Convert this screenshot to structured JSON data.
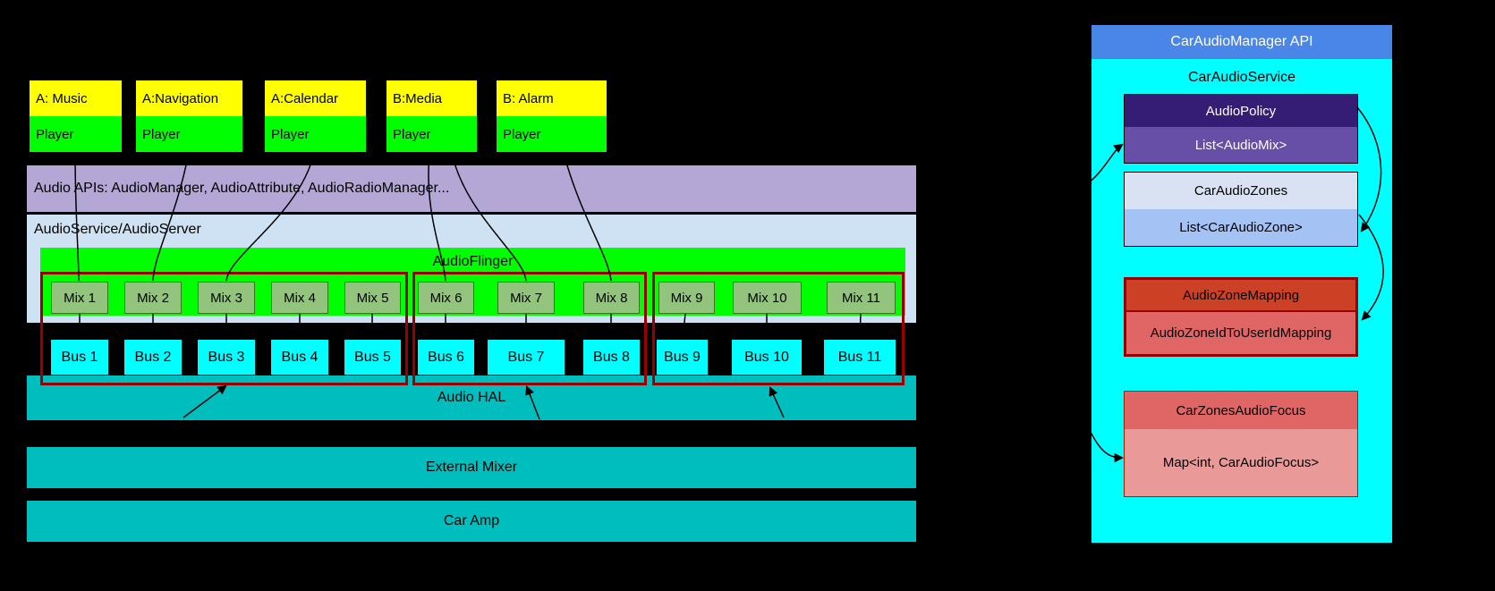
{
  "apps": [
    {
      "title": "A: Music",
      "player": "Player"
    },
    {
      "title": "A:Navigation",
      "player": "Player"
    },
    {
      "title": "A:Calendar",
      "player": "Player"
    },
    {
      "title": "B:Media",
      "player": "Player"
    },
    {
      "title": "B: Alarm",
      "player": "Player"
    }
  ],
  "left": {
    "audio_apis": "Audio APIs: AudioManager, AudioAttribute, AudioRadioManager...",
    "audio_service": "AudioService/AudioServer",
    "audioflinger": "AudioFlinger",
    "audio_hal": "Audio HAL",
    "external_mixer": "External Mixer",
    "car_amp": "Car Amp"
  },
  "mixes": [
    "Mix 1",
    "Mix 2",
    "Mix 3",
    "Mix 4",
    "Mix 5",
    "Mix 6",
    "Mix 7",
    "Mix 8",
    "Mix 9",
    "Mix 10",
    "Mix 11"
  ],
  "buses": [
    "Bus 1",
    "Bus 2",
    "Bus 3",
    "Bus 4",
    "Bus 5",
    "Bus 6",
    "Bus 7",
    "Bus 8",
    "Bus 9",
    "Bus 10",
    "Bus 11"
  ],
  "right": {
    "header": "CarAudioManager API",
    "service": "CarAudioService",
    "audio_policy": {
      "title": "AudioPolicy",
      "sub": "List<AudioMix>"
    },
    "car_audio_zones": {
      "title": "CarAudioZones",
      "sub": "List<CarAudioZone>"
    },
    "audio_zone_mapping": {
      "title": "AudioZoneMapping",
      "sub": "AudioZoneIdToUserIdMapping"
    },
    "car_zones_audio_focus": {
      "title": "CarZonesAudioFocus",
      "sub": "Map<int, CarAudioFocus>"
    }
  },
  "colors": {
    "app_header": "#ffff00",
    "player": "#00ff00",
    "audio_apis_bar": "#b4a7d6",
    "audio_service_box": "#cfe2f3",
    "audioflinger_bar": "#00ff00",
    "mix_box": "#93c47d",
    "bus_box": "#00ffff",
    "hal_bars": "#00bebe",
    "group_border": "#990000",
    "right_header": "#4a86e8",
    "right_body": "#00ffff",
    "audio_policy": "#351c75",
    "list_audiomix": "#674ea7",
    "car_audio_zones": "#d9e2f3",
    "list_carauidozone": "#a4c2f4",
    "audio_zone_mapping": "#cc4125",
    "zone_id_mapping": "#e06666",
    "car_zones_focus": "#e06666",
    "map_focus": "#ea9999"
  }
}
